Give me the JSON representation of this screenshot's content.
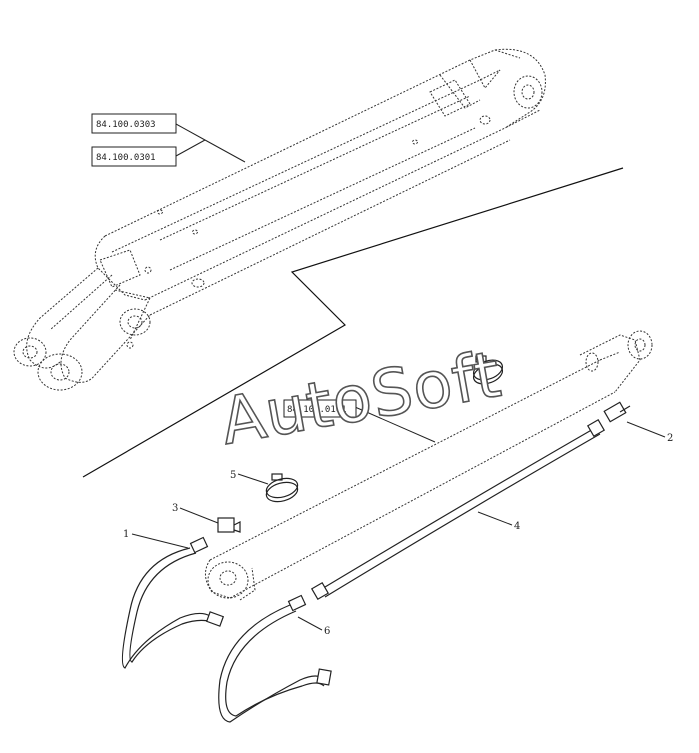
{
  "watermark": "AutoSoft",
  "references": {
    "ref_a": "84.100.0303",
    "ref_b": "84.100.0301",
    "ref_c": "84.100.0101"
  },
  "callouts": {
    "c1": "1",
    "c2": "2",
    "c3": "3",
    "c4": "4",
    "c5": "5",
    "c6": "6"
  }
}
